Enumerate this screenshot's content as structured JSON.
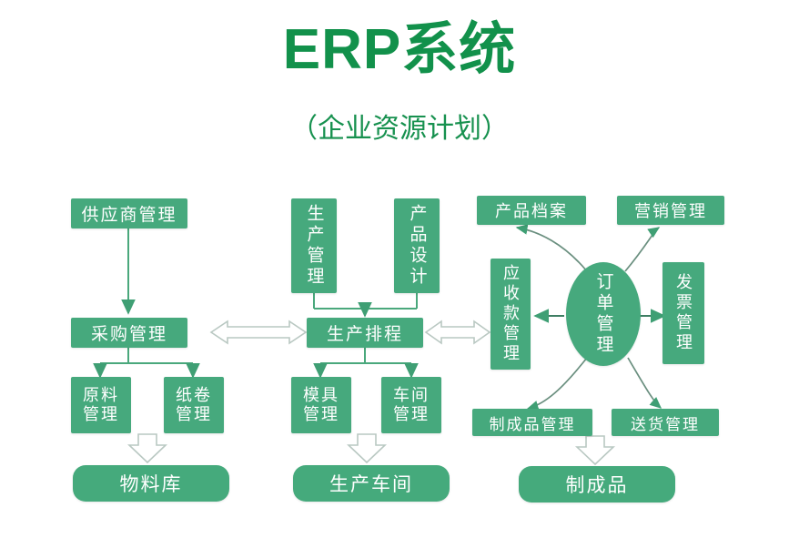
{
  "header": {
    "title": "ERP系统",
    "subtitle": "（企业资源计划）"
  },
  "colors": {
    "title_green": "#12914b",
    "box_green": "#46a97d",
    "round_green": "#45aa7c",
    "line_green": "#4aa87c",
    "text_white": "#ffffff"
  },
  "diagram": {
    "type": "flowchart",
    "columns": [
      {
        "name": "procurement-flow",
        "nodes": [
          {
            "id": "supplier-management",
            "label": "供应商管理",
            "shape": "rect",
            "orientation": "horizontal"
          },
          {
            "id": "purchase-management",
            "label": "采购管理",
            "shape": "rect",
            "orientation": "horizontal"
          },
          {
            "id": "raw-material-management",
            "label": "原料管理",
            "shape": "rect",
            "orientation": "two-line"
          },
          {
            "id": "paper-roll-management",
            "label": "纸卷管理",
            "shape": "rect",
            "orientation": "two-line"
          },
          {
            "id": "material-warehouse",
            "label": "物料库",
            "shape": "rounded",
            "orientation": "horizontal"
          }
        ]
      },
      {
        "name": "production-flow",
        "nodes": [
          {
            "id": "production-management",
            "label": "生产管理",
            "shape": "rect",
            "orientation": "vertical"
          },
          {
            "id": "product-design",
            "label": "产品设计",
            "shape": "rect",
            "orientation": "vertical"
          },
          {
            "id": "production-scheduling",
            "label": "生产排程",
            "shape": "rect",
            "orientation": "horizontal"
          },
          {
            "id": "mould-management",
            "label": "模具管理",
            "shape": "rect",
            "orientation": "two-line"
          },
          {
            "id": "workshop-management",
            "label": "车间管理",
            "shape": "rect",
            "orientation": "two-line"
          },
          {
            "id": "production-workshop",
            "label": "生产车间",
            "shape": "rounded",
            "orientation": "horizontal"
          }
        ]
      },
      {
        "name": "order-flow",
        "nodes": [
          {
            "id": "product-archive",
            "label": "产品档案",
            "shape": "rect",
            "orientation": "horizontal"
          },
          {
            "id": "marketing-management",
            "label": "营销管理",
            "shape": "rect",
            "orientation": "horizontal"
          },
          {
            "id": "receivables-management",
            "label": "应收款管理",
            "shape": "rect",
            "orientation": "vertical"
          },
          {
            "id": "order-management",
            "label": "订单管理",
            "shape": "ellipse",
            "orientation": "vertical"
          },
          {
            "id": "invoice-management",
            "label": "发票管理",
            "shape": "rect",
            "orientation": "vertical"
          },
          {
            "id": "finished-goods-management",
            "label": "制成品管理",
            "shape": "rect",
            "orientation": "horizontal"
          },
          {
            "id": "delivery-management",
            "label": "送货管理",
            "shape": "rect",
            "orientation": "horizontal"
          },
          {
            "id": "finished-goods",
            "label": "制成品",
            "shape": "rounded",
            "orientation": "horizontal"
          }
        ]
      }
    ],
    "connectors": [
      {
        "from": "supplier-management",
        "to": "purchase-management",
        "style": "line-arrow"
      },
      {
        "from": "purchase-management",
        "to": "raw-material-management",
        "style": "line-arrow"
      },
      {
        "from": "purchase-management",
        "to": "paper-roll-management",
        "style": "line-arrow"
      },
      {
        "from": "raw-material-management",
        "to": "material-warehouse",
        "style": "block-arrow-down"
      },
      {
        "from": "production-management",
        "to": "production-scheduling",
        "style": "line-arrow"
      },
      {
        "from": "product-design",
        "to": "production-scheduling",
        "style": "line-arrow"
      },
      {
        "from": "production-scheduling",
        "to": "mould-management",
        "style": "line-arrow"
      },
      {
        "from": "production-scheduling",
        "to": "workshop-management",
        "style": "line-arrow"
      },
      {
        "from": "mould-management",
        "to": "production-workshop",
        "style": "block-arrow-down"
      },
      {
        "from": "purchase-management",
        "to": "production-scheduling",
        "style": "block-arrow-double"
      },
      {
        "from": "production-scheduling",
        "to": "receivables-management",
        "style": "block-arrow-double"
      },
      {
        "from": "order-management",
        "to": "product-archive",
        "style": "curved-arrow"
      },
      {
        "from": "order-management",
        "to": "marketing-management",
        "style": "curved-arrow"
      },
      {
        "from": "order-management",
        "to": "receivables-management",
        "style": "line-arrow"
      },
      {
        "from": "order-management",
        "to": "invoice-management",
        "style": "line-arrow"
      },
      {
        "from": "order-management",
        "to": "finished-goods-management",
        "style": "curved-arrow"
      },
      {
        "from": "order-management",
        "to": "delivery-management",
        "style": "curved-arrow"
      },
      {
        "from": "finished-goods-management",
        "to": "finished-goods",
        "style": "block-arrow-down"
      }
    ]
  }
}
